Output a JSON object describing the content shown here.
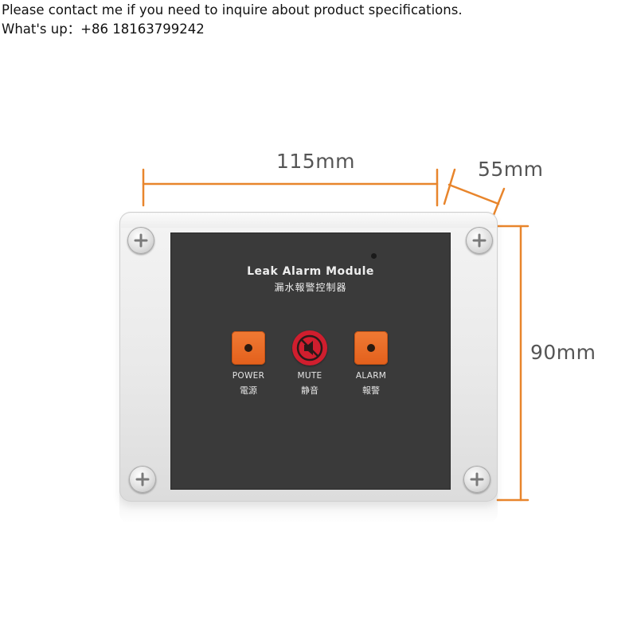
{
  "contact": {
    "line1": "Please contact me if you need to inquire about product specifications.",
    "line2": "What's up：+86 18163799242"
  },
  "dimensions": {
    "width": "115mm",
    "depth": "55mm",
    "height": "90mm",
    "line_color": "#e8852c"
  },
  "device": {
    "title_en": "Leak Alarm Module",
    "title_zh": "漏水報警控制器",
    "panel_color": "#3a3a3a",
    "button_color": "#e86a24",
    "mute_color": "#d01e2e",
    "buttons": {
      "power": {
        "label_en": "POWER",
        "label_zh": "電源"
      },
      "mute": {
        "label_en": "MUTE",
        "label_zh": "静音",
        "icon": "speaker-muted-icon"
      },
      "alarm": {
        "label_en": "ALARM",
        "label_zh": "報警"
      }
    }
  }
}
